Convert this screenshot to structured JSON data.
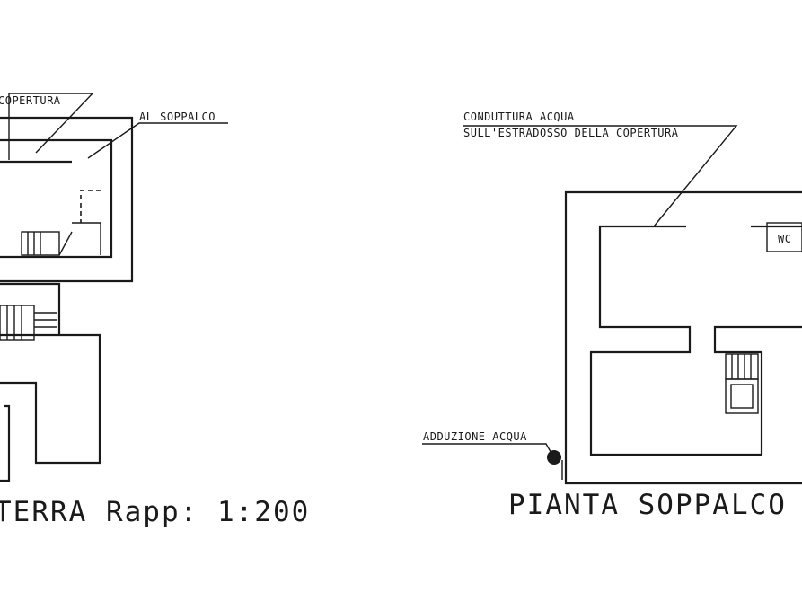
{
  "left_plan": {
    "label_top_fragment": "COPERTURA",
    "label_soppalco": "AL SOPPALCO",
    "title": "TERRA Rapp: 1:200"
  },
  "right_plan": {
    "label_conduttura_line1": "CONDUTTURA ACQUA",
    "label_conduttura_line2": "SULL'ESTRADOSSO DELLA COPERTURA",
    "label_wc": "WC",
    "label_adduzione": "ADDUZIONE ACQUA",
    "title": "PIANTA SOPPALCO"
  }
}
